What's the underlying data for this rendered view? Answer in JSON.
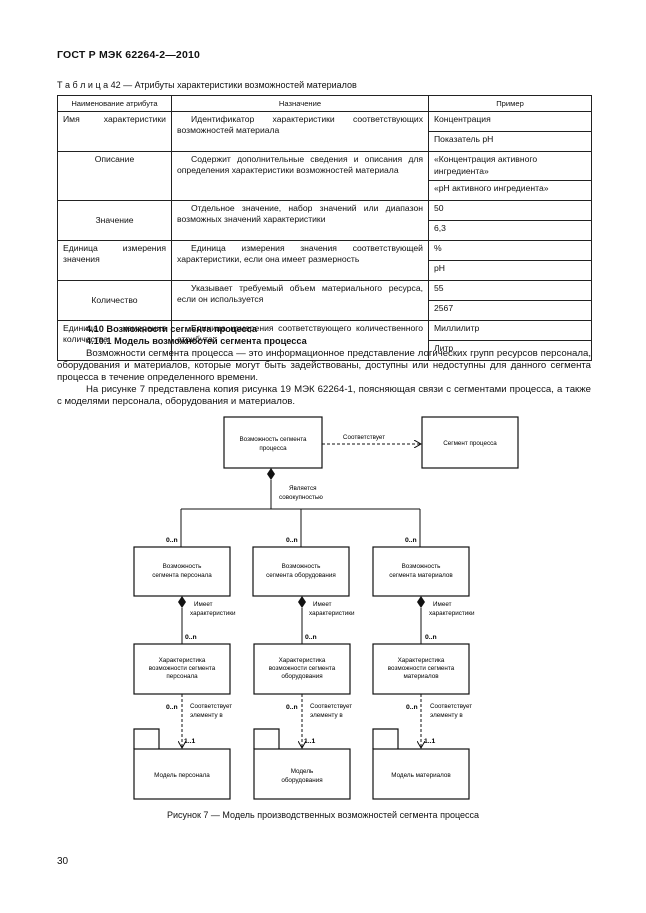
{
  "header": {
    "title": "ГОСТ Р МЭК 62264-2—2010"
  },
  "table": {
    "caption": "Т а б л и ц а  42 — Атрибуты характеристики возможностей материалов",
    "headers": [
      "Наименование атрибута",
      "Назначение",
      "Пример"
    ],
    "rows": [
      {
        "name": "Имя характеристики",
        "description": "Идентификатор характеристики соответствующих возможностей материала",
        "examples": [
          "Концентрация",
          "Показатель pH"
        ]
      },
      {
        "name": "Описание",
        "description": "Содержит дополнительные сведения и описания для определения характеристики возможностей материала",
        "examples": [
          "«Концентрация активного ингредиента»",
          "«pH активного ингредиента»"
        ]
      },
      {
        "name": "Значение",
        "description": "Отдельное значение, набор значений или диапазон возможных значений характеристики",
        "examples": [
          "50",
          "6,3"
        ]
      },
      {
        "name": "Единица измерения значения",
        "description": "Единица измерения значения соответствующей характеристики, если она имеет размерность",
        "examples": [
          "%",
          "pH"
        ]
      },
      {
        "name": "Количество",
        "description": "Указывает требуемый объем материального ресурса, если он используется",
        "examples": [
          "55",
          "2567"
        ]
      },
      {
        "name": "Единица измерения количества",
        "description": "Единица измерения соответствующего количественного атрибута",
        "examples": [
          "Миллилитр",
          "Литр"
        ]
      }
    ]
  },
  "section": {
    "heading_1": "4.10 Возможности сегмента процесса",
    "heading_2": "4.10.1 Модель возможностей сегмента процесса",
    "paragraph_1": "Возможности сегмента процесса — это информационное представление логических групп ресурсов персонала, оборудования и материалов, которые могут быть задействованы, доступны или недоступны для данного сегмента процесса в течение определенного времени.",
    "paragraph_2": "На рисунке 7 представлена копия рисунка 19 МЭК 62264-1, поясняющая связи с сегментами процесса, а также с моделями персонала, оборудования и материалов."
  },
  "diagram": {
    "top_box": [
      "Возможность сегмента",
      "процесса"
    ],
    "right_box": "Сегмент процесса",
    "corresponds_label": "Соответствует",
    "aggregation_label": [
      "Является",
      "совокупностью"
    ],
    "mult_many": "0..n",
    "mult_one": "1..1",
    "has_label": [
      "Имеет",
      "характеристики"
    ],
    "corr_elem_label": [
      "Соответствует",
      "элементу в"
    ],
    "columns": [
      {
        "capability": [
          "Возможность",
          "сегмента персонала"
        ],
        "property": [
          "Характеристика",
          "возможности сегмента",
          "персонала"
        ],
        "model": [
          "Модель персонала"
        ]
      },
      {
        "capability": [
          "Возможность",
          "сегмента оборудования"
        ],
        "property": [
          "Характеристика",
          "возможности сегмента",
          "оборудования"
        ],
        "model": [
          "Модель",
          "оборудования"
        ]
      },
      {
        "capability": [
          "Возможность",
          "сегмента материалов"
        ],
        "property": [
          "Характеристика",
          "возможности сегмента",
          "материалов"
        ],
        "model": [
          "Модель материалов"
        ]
      }
    ]
  },
  "figure_caption": "Рисунок 7 — Модель производственных возможностей сегмента процесса",
  "page_number": "30"
}
